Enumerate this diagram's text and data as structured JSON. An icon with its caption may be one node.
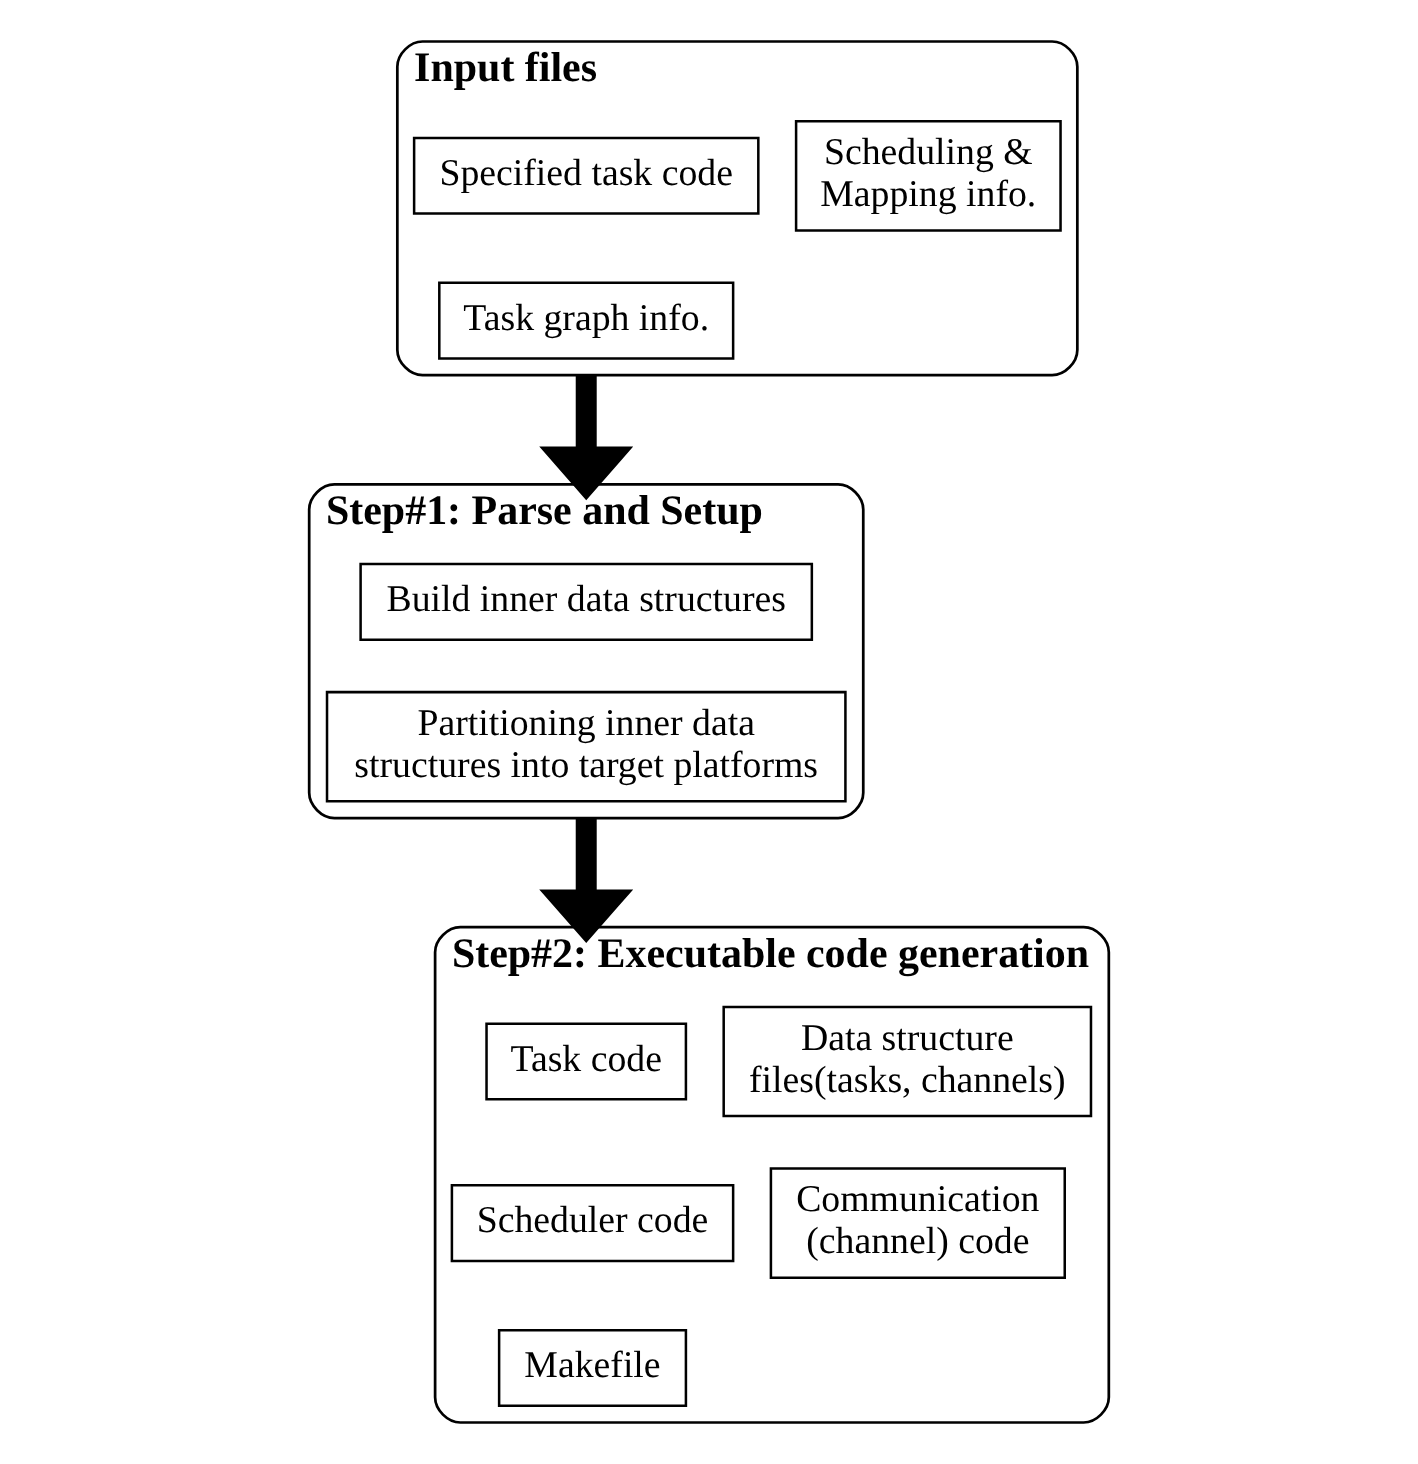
{
  "diagram": {
    "nodes": [
      {
        "text": [
          "Input files"
        ]
      },
      {
        "text": [
          "Specified task code"
        ],
        "in": 0
      },
      {
        "text": [
          "Task graph info."
        ],
        "in": 0
      },
      {
        "text": [
          "Scheduling & Mapping info."
        ],
        "in": 0
      },
      {
        "text": [
          "Step#1: Parse and Setup"
        ]
      },
      {
        "text": [
          "Build inner data structures"
        ],
        "in": 4
      },
      {
        "text": [
          "Partitioning inner data structures into target platforms"
        ],
        "in": 4
      },
      {
        "text": [
          "Step#2: Executable code generation"
        ]
      },
      {
        "text": [
          "Task code"
        ],
        "in": 7
      },
      {
        "text": [
          "Data structure files(tasks, channels)"
        ],
        "in": 7
      },
      {
        "text": [
          "Scheduler code"
        ],
        "in": 7
      },
      {
        "text": [
          "Communication (channel) code"
        ],
        "in": 7
      },
      {
        "text": [
          "Makefile"
        ],
        "in": 7
      }
    ],
    "edges": [
      {
        "from": 0,
        "to": 4,
        "arrow": "to"
      },
      {
        "from": 4,
        "to": 7,
        "arrow": "to"
      }
    ]
  }
}
